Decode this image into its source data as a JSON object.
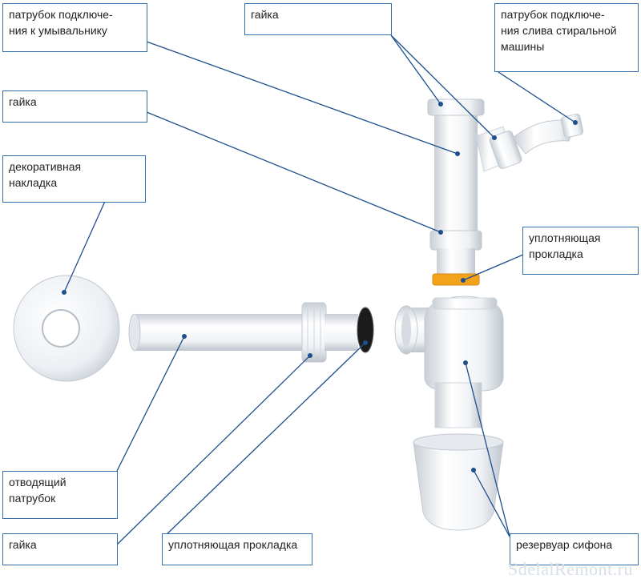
{
  "labels": {
    "outlet_basin": "патрубок подключе-\nния к умывальнику",
    "nut_top": "гайка",
    "outlet_washer": "патрубок подключе-\nния слива стиральной\nмашины",
    "nut_left": "гайка",
    "decor_cap": "декоративная\nнакладка",
    "gasket_right": "уплотняющая\nпрокладка",
    "drain_pipe": "отводящий\nпатрубок",
    "nut_bottom": "гайка",
    "gasket_bottom": "уплотняющая прокладка",
    "reservoir": "резервуар сифона"
  },
  "watermark": "SdelalRemont.ru",
  "colors": {
    "border": "#2f6fae",
    "leader": "#1d4f8c",
    "plastic": "#eef1f4",
    "gasket_orange": "#f3a21c",
    "gasket_black": "#1b1b1b"
  }
}
